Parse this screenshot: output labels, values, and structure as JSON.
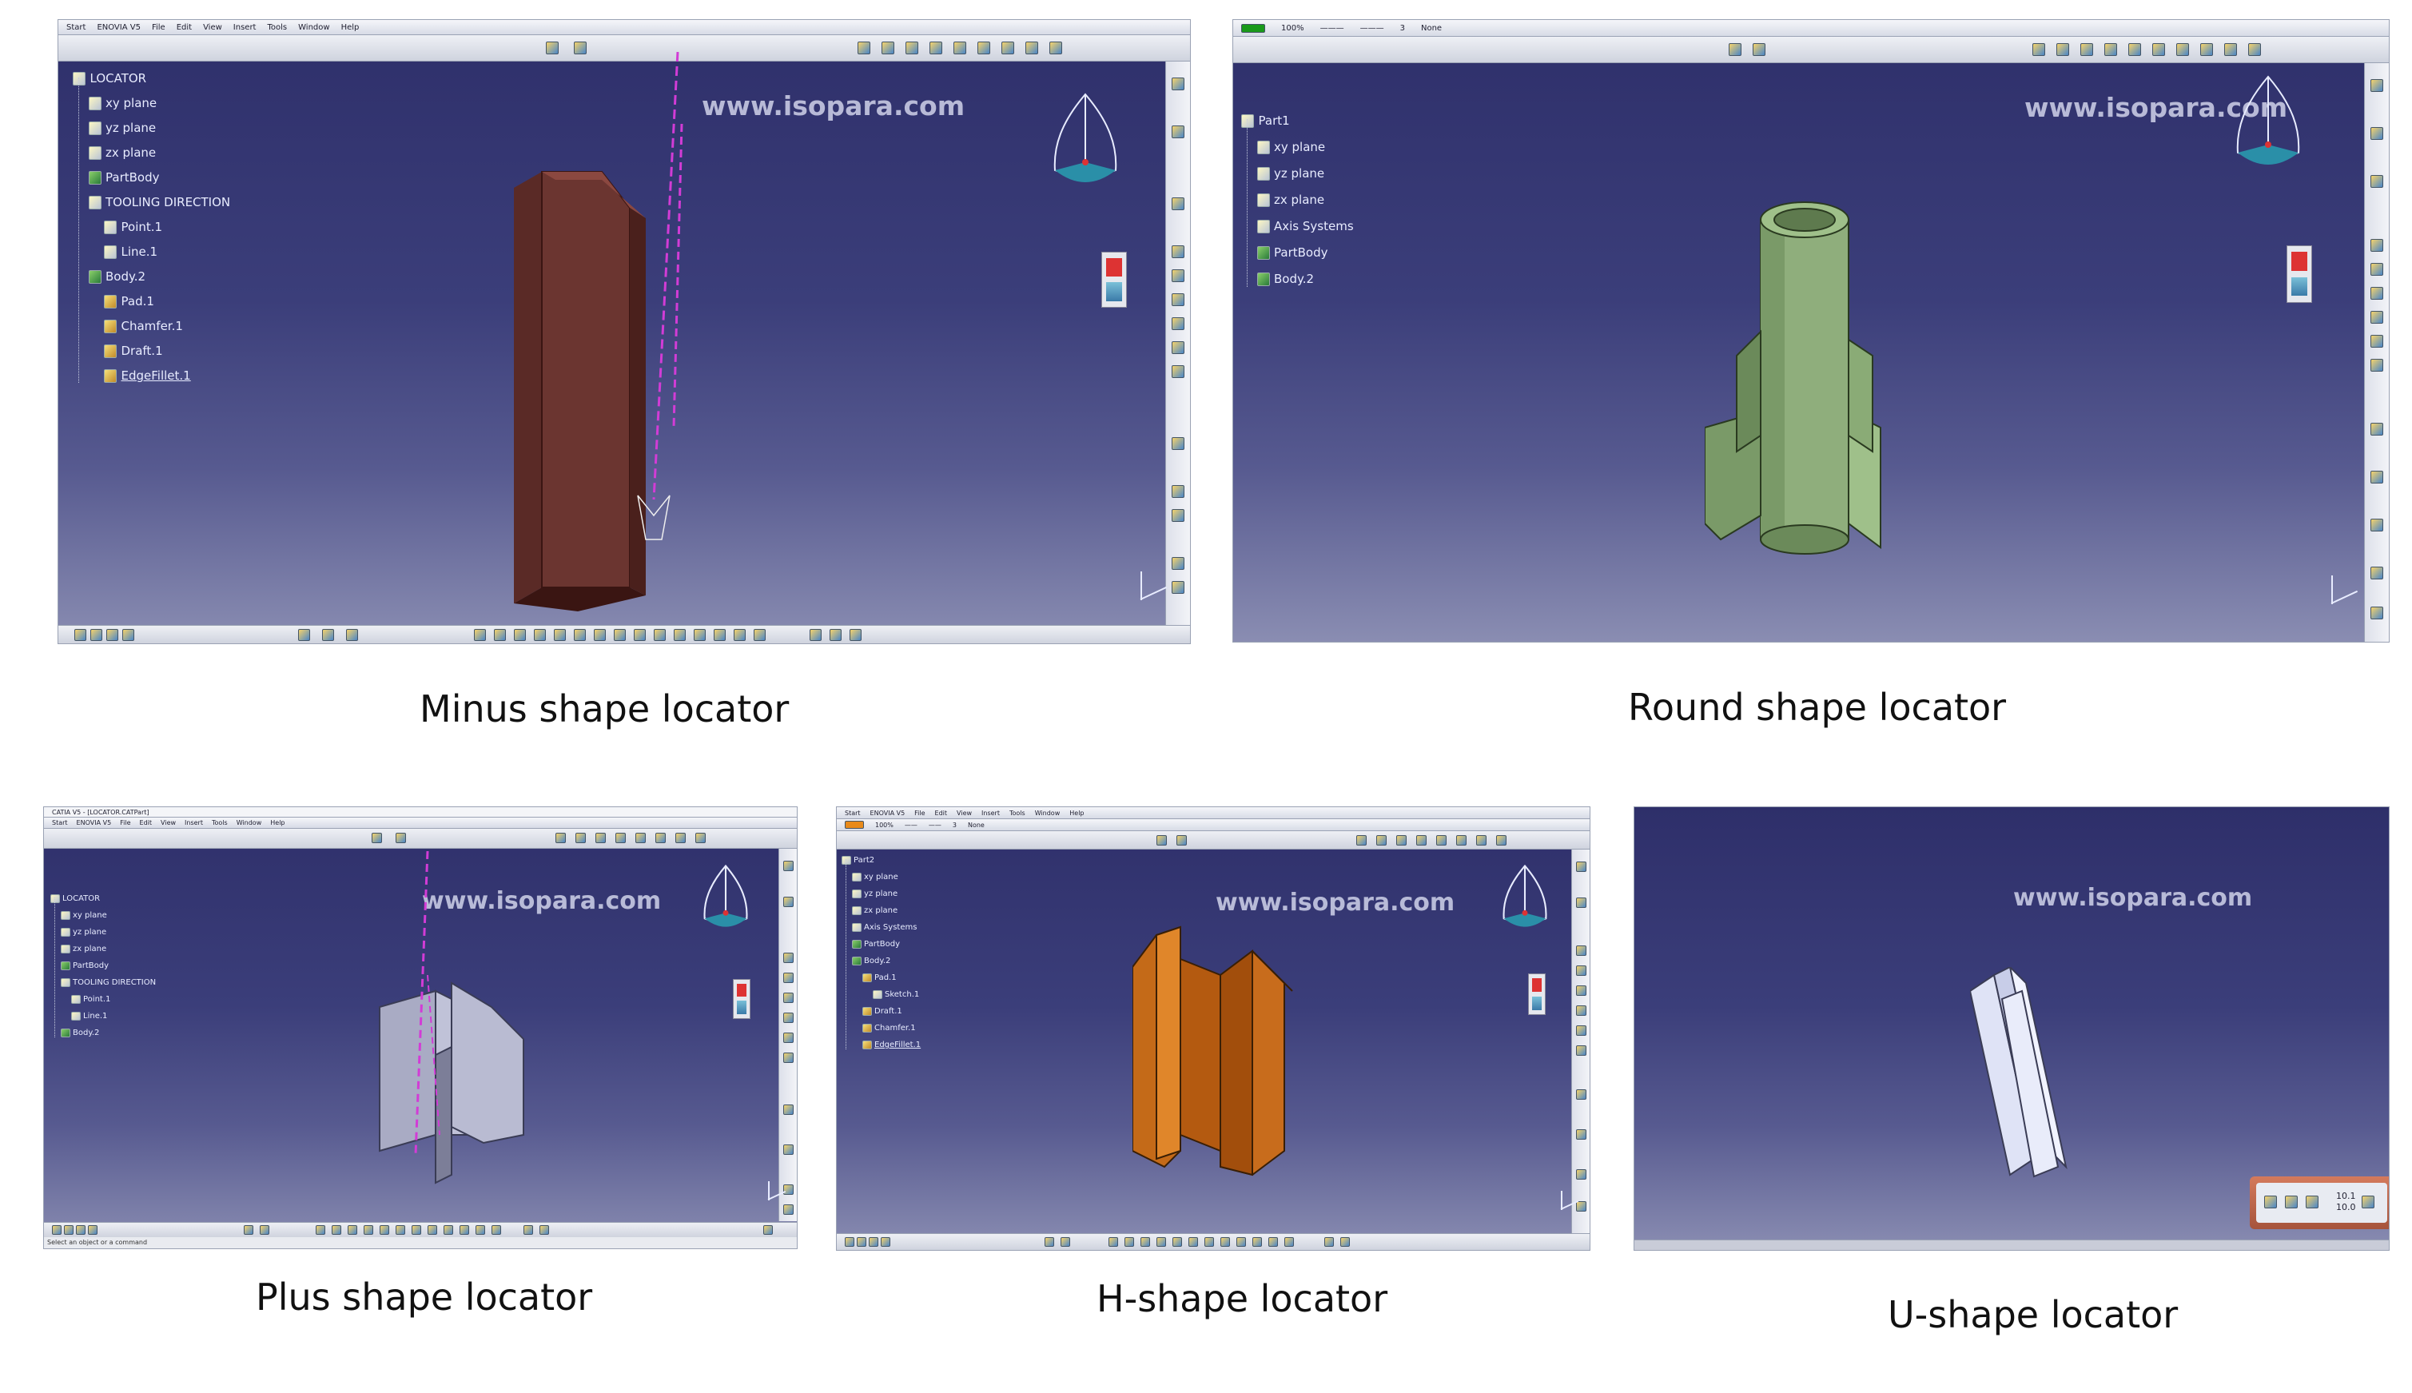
{
  "watermark": "www.isopara.com",
  "captions": {
    "minus": "Minus shape locator",
    "round": "Round shape locator",
    "plus": "Plus shape locator",
    "h": "H-shape locator",
    "u": "U-shape locator"
  },
  "menus": {
    "catia_full": [
      "Start",
      "ENOVIA V5",
      "File",
      "Edit",
      "View",
      "Insert",
      "Tools",
      "Window",
      "Help"
    ],
    "plus_window_title": "CATIA V5 - [LOCATOR.CATPart]",
    "status_text": "Select an object or a command",
    "u_scale": [
      "10.1",
      "10.0"
    ]
  },
  "panels": {
    "minus": {
      "tree": [
        {
          "label": "LOCATOR",
          "level": 0,
          "kind": "root"
        },
        {
          "label": "xy plane",
          "level": 1,
          "kind": "plane"
        },
        {
          "label": "yz plane",
          "level": 1,
          "kind": "plane"
        },
        {
          "label": "zx plane",
          "level": 1,
          "kind": "plane"
        },
        {
          "label": "PartBody",
          "level": 1,
          "kind": "body"
        },
        {
          "label": "TOOLING DIRECTION",
          "level": 1,
          "kind": "set"
        },
        {
          "label": "Point.1",
          "level": 2,
          "kind": "plane"
        },
        {
          "label": "Line.1",
          "level": 2,
          "kind": "line"
        },
        {
          "label": "Body.2",
          "level": 1,
          "kind": "body"
        },
        {
          "label": "Pad.1",
          "level": 2,
          "kind": "feat"
        },
        {
          "label": "Chamfer.1",
          "level": 2,
          "kind": "feat"
        },
        {
          "label": "Draft.1",
          "level": 2,
          "kind": "feat"
        },
        {
          "label": "EdgeFillet.1",
          "level": 2,
          "kind": "sel"
        }
      ]
    },
    "round": {
      "tree": [
        {
          "label": "Part1",
          "level": 0,
          "kind": "root"
        },
        {
          "label": "xy plane",
          "level": 1,
          "kind": "plane"
        },
        {
          "label": "yz plane",
          "level": 1,
          "kind": "plane"
        },
        {
          "label": "zx plane",
          "level": 1,
          "kind": "plane"
        },
        {
          "label": "Axis Systems",
          "level": 1,
          "kind": "set"
        },
        {
          "label": "PartBody",
          "level": 1,
          "kind": "body"
        },
        {
          "label": "Body.2",
          "level": 1,
          "kind": "body"
        }
      ],
      "toolbar_values": [
        "100%",
        "3",
        "None"
      ]
    },
    "plus": {
      "tree": [
        {
          "label": "LOCATOR",
          "level": 0,
          "kind": "root"
        },
        {
          "label": "xy plane",
          "level": 1,
          "kind": "plane"
        },
        {
          "label": "yz plane",
          "level": 1,
          "kind": "plane"
        },
        {
          "label": "zx plane",
          "level": 1,
          "kind": "plane"
        },
        {
          "label": "PartBody",
          "level": 1,
          "kind": "body"
        },
        {
          "label": "TOOLING DIRECTION",
          "level": 1,
          "kind": "set"
        },
        {
          "label": "Point.1",
          "level": 2,
          "kind": "plane"
        },
        {
          "label": "Line.1",
          "level": 2,
          "kind": "line"
        },
        {
          "label": "Body.2",
          "level": 1,
          "kind": "body"
        }
      ]
    },
    "h": {
      "tree": [
        {
          "label": "Part2",
          "level": 0,
          "kind": "root"
        },
        {
          "label": "xy plane",
          "level": 1,
          "kind": "plane"
        },
        {
          "label": "yz plane",
          "level": 1,
          "kind": "plane"
        },
        {
          "label": "zx plane",
          "level": 1,
          "kind": "plane"
        },
        {
          "label": "Axis Systems",
          "level": 1,
          "kind": "set"
        },
        {
          "label": "PartBody",
          "level": 1,
          "kind": "body"
        },
        {
          "label": "Body.2",
          "level": 1,
          "kind": "body"
        },
        {
          "label": "Pad.1",
          "level": 2,
          "kind": "feat"
        },
        {
          "label": "Sketch.1",
          "level": 3,
          "kind": "plane"
        },
        {
          "label": "Draft.1",
          "level": 2,
          "kind": "feat"
        },
        {
          "label": "Chamfer.1",
          "level": 2,
          "kind": "feat"
        },
        {
          "label": "EdgeFillet.1",
          "level": 2,
          "kind": "sel"
        }
      ],
      "toolbar_values": [
        "100%",
        "3",
        "None"
      ]
    }
  },
  "colors": {
    "background_top": "#2e2f6a",
    "background_bottom": "#8a8db2",
    "minus_model": "#6b3530",
    "round_model": "#8fae7c",
    "plus_model": "#a9abc4",
    "h_model": "#c46a18",
    "u_model": "#dfe3f6",
    "direction_line": "#d23cd6"
  },
  "icons": [
    "compass-icon",
    "axis-triad-icon",
    "toolbar-icon",
    "tree-plane-icon",
    "tree-body-icon",
    "tree-feature-icon"
  ]
}
